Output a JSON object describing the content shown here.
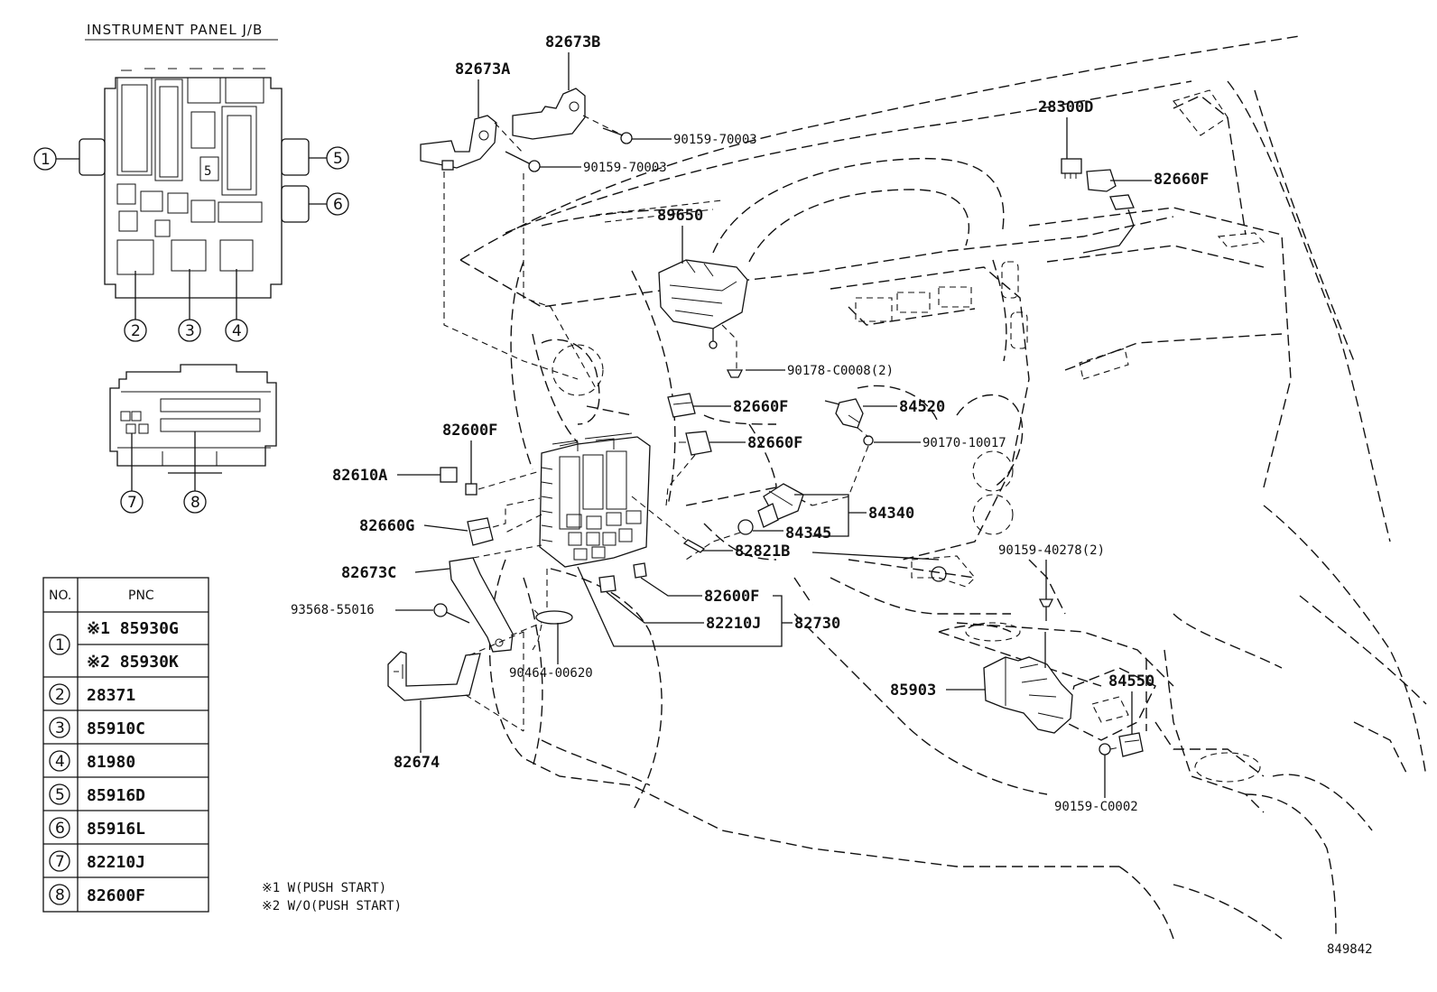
{
  "title": "INSTRUMENT PANEL J/B",
  "figure_id": "849842",
  "circle_labels": [
    "1",
    "2",
    "3",
    "4",
    "5",
    "6",
    "7",
    "8"
  ],
  "part_labels": {
    "p82673A": "82673A",
    "p82673B": "82673B",
    "p9015970003a": "90159-70003",
    "p9015970003b": "90159-70003",
    "p28300D": "28300D",
    "p82660F_top": "82660F",
    "p89650": "89650",
    "p90178": "90178-C0008(2)",
    "p82660F_a": "82660F",
    "p84520": "84520",
    "p82660F_b": "82660F",
    "p90170": "90170-10017",
    "p82600F_a": "82600F",
    "p82610A": "82610A",
    "p84340": "84340",
    "p84345": "84345",
    "p82660G": "82660G",
    "p82821B": "82821B",
    "p9015940278": "90159-40278(2)",
    "p82673C": "82673C",
    "p82600F_b": "82600F",
    "p9356855016": "93568-55016",
    "p82210J": "82210J",
    "p82730": "82730",
    "p9046400620": "90464-00620",
    "p85903": "85903",
    "p84550": "84550",
    "p82674": "82674",
    "p90159C0002": "90159-C0002"
  },
  "table": {
    "header_no": "NO.",
    "header_pnc": "PNC",
    "rows": [
      {
        "no": "1",
        "pnc": "※1 85930G"
      },
      {
        "no": "",
        "pnc": "※2 85930K"
      },
      {
        "no": "2",
        "pnc": "28371"
      },
      {
        "no": "3",
        "pnc": "85910C"
      },
      {
        "no": "4",
        "pnc": "81980"
      },
      {
        "no": "5",
        "pnc": "85916D"
      },
      {
        "no": "6",
        "pnc": "85916L"
      },
      {
        "no": "7",
        "pnc": "82210J"
      },
      {
        "no": "8",
        "pnc": "82600F"
      }
    ]
  },
  "notes": [
    "※1 W(PUSH START)",
    "※2 W/O(PUSH START)"
  ]
}
